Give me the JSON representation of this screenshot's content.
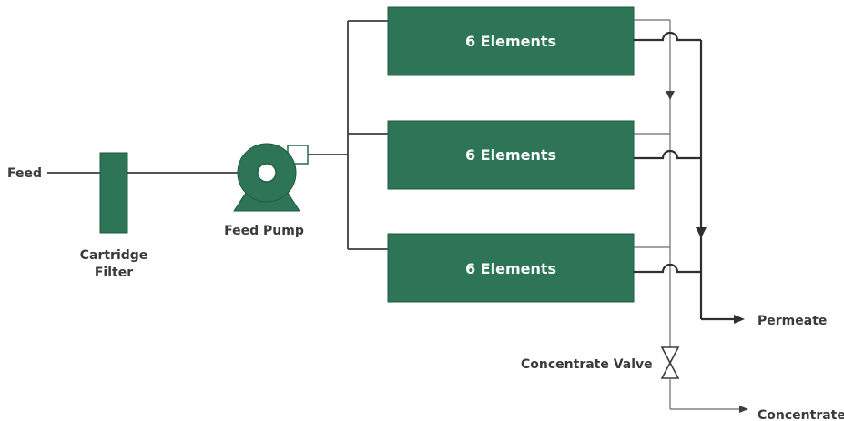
{
  "labels": {
    "feed": "Feed",
    "cartridge_filter_line1": "Cartridge",
    "cartridge_filter_line2": "Filter",
    "feed_pump": "Feed Pump",
    "element_1": "6 Elements",
    "element_2": "6 Elements",
    "element_3": "6 Elements",
    "permeate": "Permeate",
    "concentrate_valve": "Concentrate Valve",
    "concentrate": "Concentrate"
  },
  "colors": {
    "vessel": "#2e7558",
    "vessel_border": "#1f5a42",
    "pipe": "#3d3d3d",
    "text": "#3a3a3a"
  },
  "icons": {
    "pump": "centrifugal-pump-icon",
    "valve": "gate-valve-icon",
    "arrow": "arrow-head-icon"
  }
}
